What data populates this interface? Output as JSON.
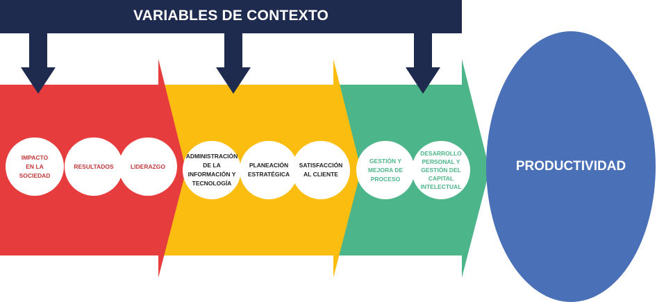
{
  "header": {
    "title": "VARIABLES DE CONTEXTO"
  },
  "stages": [
    {
      "color": "#e63c3e",
      "items": [
        "IMPACTO\nEN LA\nSOCIEDAD",
        "RESULTADOS",
        "LIDERAZGO"
      ]
    },
    {
      "color": "#fbbd10",
      "items": [
        "ADMINISTRACIÓN\nDE LA\nINFORMACIÓN Y\nTECNOLOGÍA",
        "PLANEACIÓN\nESTRATÉGICA",
        "SATISFACCIÓN\nAL CLIENTE"
      ]
    },
    {
      "color": "#4db58a",
      "items": [
        "GESTIÓN Y\nMEJORA DE\nPROCESO",
        "DESARROLLO\nPERSONAL Y\nGESTIÓN DEL\nCAPITAL\nINTELECTUAL"
      ]
    }
  ],
  "result": {
    "label": "PRODUCTIVIDAD",
    "color": "#4a70b8"
  },
  "colors": {
    "navy": "#1f2a4f"
  }
}
